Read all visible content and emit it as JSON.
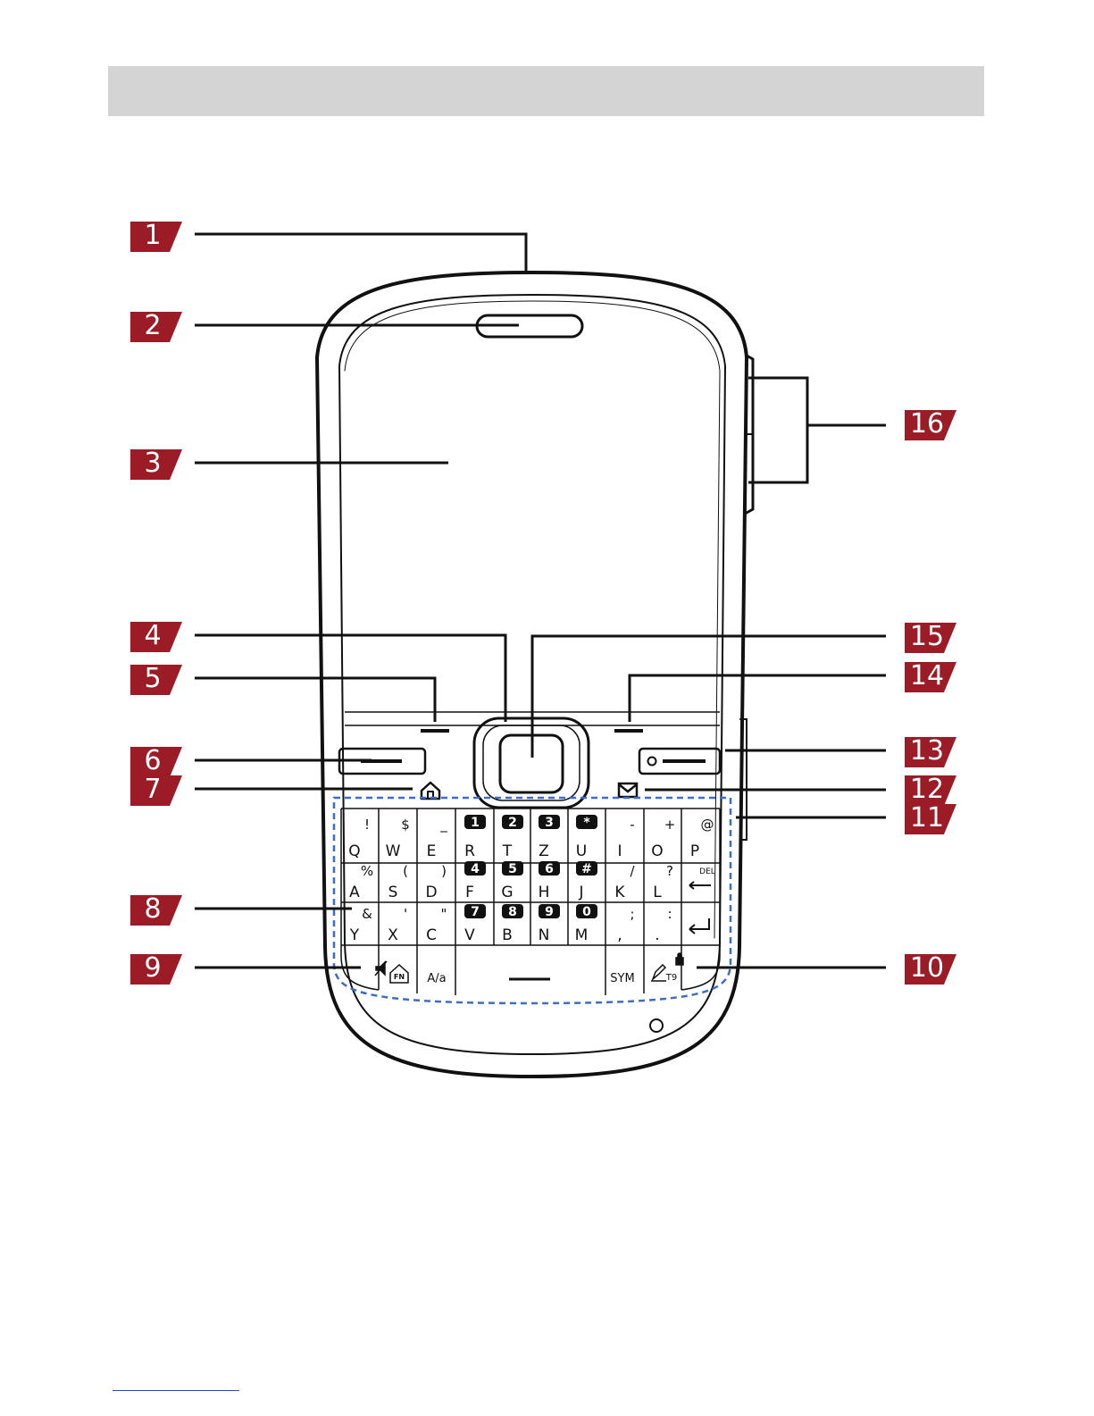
{
  "colors": {
    "header_band": "#d4d4d4",
    "callout_fill": "#9b1c26",
    "keypad_outline": "#3a6fc4",
    "footer_rule": "#2b44c8"
  },
  "callouts": [
    {
      "id": "1",
      "label": "1"
    },
    {
      "id": "2",
      "label": "2"
    },
    {
      "id": "3",
      "label": "3"
    },
    {
      "id": "4",
      "label": "4"
    },
    {
      "id": "5",
      "label": "5"
    },
    {
      "id": "6",
      "label": "6"
    },
    {
      "id": "7",
      "label": "7"
    },
    {
      "id": "8",
      "label": "8"
    },
    {
      "id": "9",
      "label": "9"
    },
    {
      "id": "10",
      "label": "10"
    },
    {
      "id": "11",
      "label": "11"
    },
    {
      "id": "12",
      "label": "12"
    },
    {
      "id": "13",
      "label": "13"
    },
    {
      "id": "14",
      "label": "14"
    },
    {
      "id": "15",
      "label": "15"
    },
    {
      "id": "16",
      "label": "16"
    }
  ],
  "keypad": {
    "row1": [
      {
        "main": "Q",
        "alt": "!"
      },
      {
        "main": "W",
        "alt": "$"
      },
      {
        "main": "E",
        "alt": "_"
      },
      {
        "main": "R",
        "num": "1"
      },
      {
        "main": "T",
        "num": "2"
      },
      {
        "main": "Z",
        "num": "3"
      },
      {
        "main": "U",
        "num": "*"
      },
      {
        "main": "I",
        "alt": "-"
      },
      {
        "main": "O",
        "alt": "+"
      },
      {
        "main": "P",
        "alt": "@"
      }
    ],
    "row2": [
      {
        "main": "A",
        "alt": "%"
      },
      {
        "main": "S",
        "alt": "("
      },
      {
        "main": "D",
        "alt": ")"
      },
      {
        "main": "F",
        "num": "4"
      },
      {
        "main": "G",
        "num": "5"
      },
      {
        "main": "H",
        "num": "6"
      },
      {
        "main": "J",
        "num": "#"
      },
      {
        "main": "K",
        "alt": "/"
      },
      {
        "main": "L",
        "alt": "?"
      },
      {
        "main": "",
        "alt": "DEL"
      }
    ],
    "row3": [
      {
        "main": "Y",
        "alt": "&"
      },
      {
        "main": "X",
        "alt": "'"
      },
      {
        "main": "C",
        "alt": "\""
      },
      {
        "main": "V",
        "num": "7"
      },
      {
        "main": "B",
        "num": "8"
      },
      {
        "main": "N",
        "num": "9"
      },
      {
        "main": "M",
        "num": "0"
      },
      {
        "main": ",",
        "alt": ";"
      },
      {
        "main": ".",
        "alt": ":"
      },
      {
        "main": "",
        "alt": ""
      }
    ],
    "bottom": {
      "fn": "FN",
      "case": "A/a",
      "sym": "SYM",
      "t9": "T9"
    }
  }
}
